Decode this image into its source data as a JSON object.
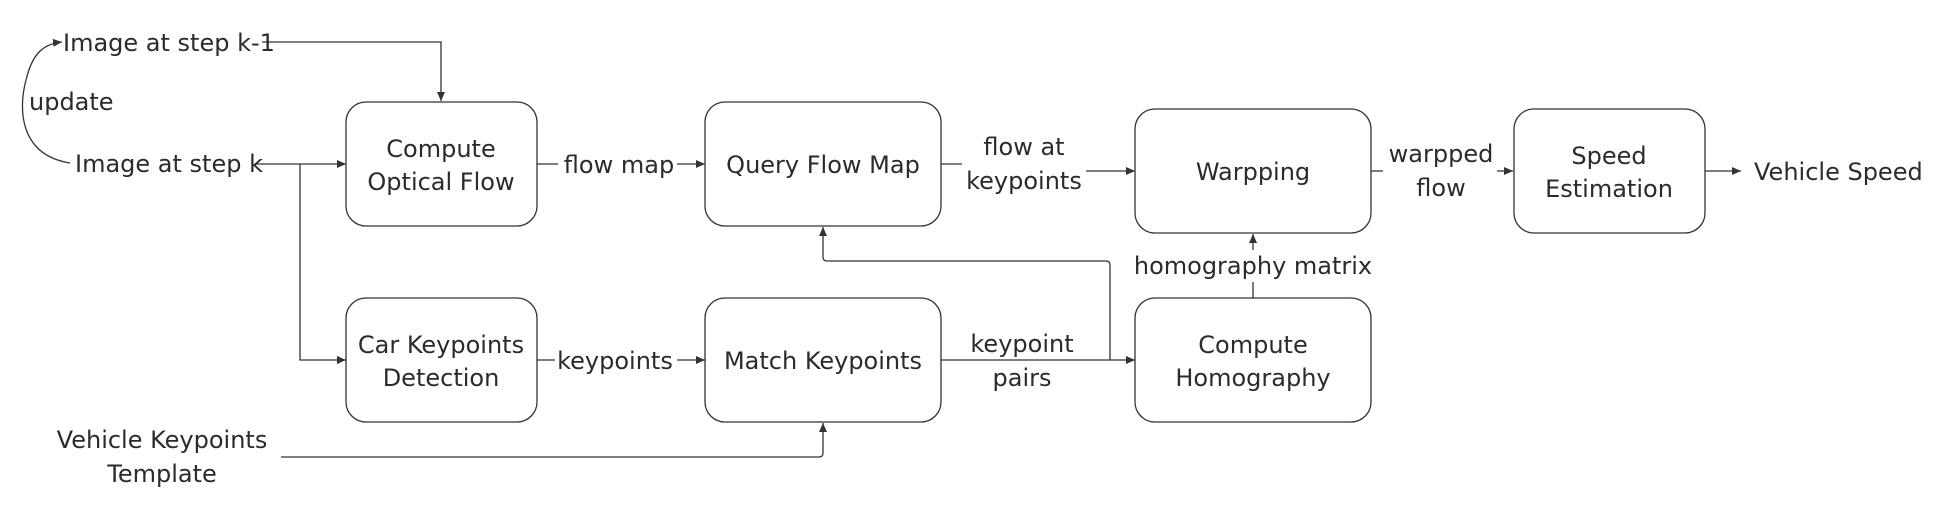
{
  "inputs": {
    "image_prev": "Image at step k-1",
    "image_curr": "Image at step k",
    "update": "update",
    "template_line1": "Vehicle Keypoints",
    "template_line2": "Template"
  },
  "nodes": {
    "optical_flow": [
      "Compute",
      "Optical Flow"
    ],
    "query_flow": [
      "Query Flow Map"
    ],
    "warping": [
      "Warpping"
    ],
    "speed_estimation": [
      "Speed",
      "Estimation"
    ],
    "keypoints_detection": [
      "Car Keypoints",
      "Detection"
    ],
    "match_keypoints": [
      "Match Keypoints"
    ],
    "compute_homography": [
      "Compute",
      "Homography"
    ]
  },
  "edge_labels": {
    "flow_map": "flow map",
    "flow_at_keypoints_1": "flow at",
    "flow_at_keypoints_2": "keypoints",
    "warpped_flow_1": "warpped",
    "warpped_flow_2": "flow",
    "keypoints": "keypoints",
    "keypoint_pairs_1": "keypoint",
    "keypoint_pairs_2": "pairs",
    "homography_matrix": "homography matrix"
  },
  "output": {
    "vehicle_speed": "Vehicle Speed"
  }
}
